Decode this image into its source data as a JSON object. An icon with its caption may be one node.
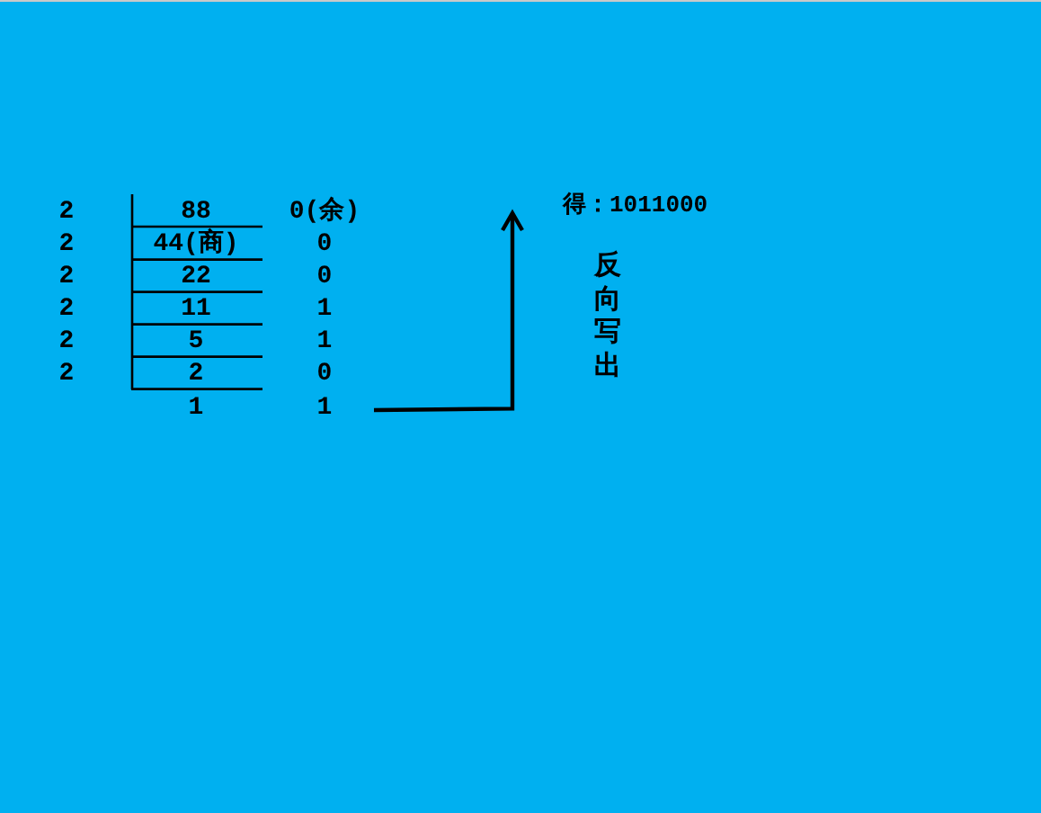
{
  "diagram": {
    "labels": [
      "2",
      "88",
      "0(余)",
      "2",
      "44(商)",
      "0",
      "2",
      "22",
      "0",
      "2",
      "11",
      "1",
      "2",
      "5",
      "1",
      "2",
      "2",
      "0",
      "1",
      "1",
      "得：1011000",
      "反向写出"
    ]
  }
}
